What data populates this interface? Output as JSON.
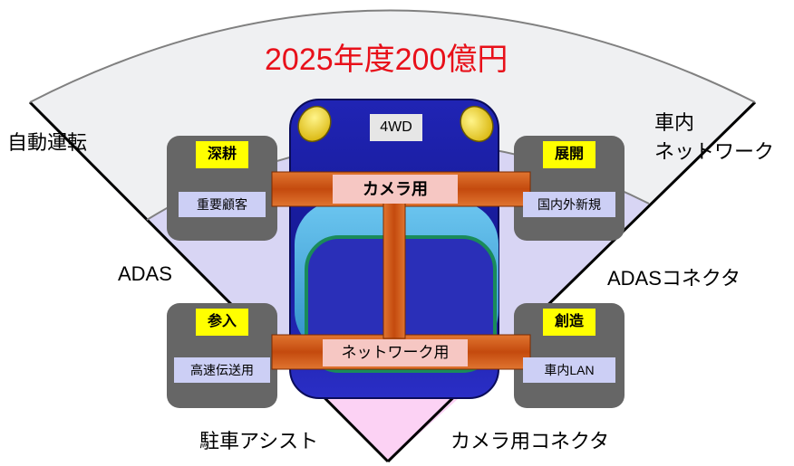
{
  "title": "2025年度200億円",
  "outer_labels": {
    "jidou_unten": "自動運転",
    "shanai_line1": "車内",
    "shanai_line2": "ネットワーク",
    "adas": "ADAS",
    "adas_connector": "ADASコネクタ",
    "parking": "駐車アシスト",
    "camera_connector": "カメラ用コネクタ"
  },
  "car": {
    "drive": "4WD",
    "camera_label": "カメラ用",
    "network_label": "ネットワーク用"
  },
  "boxes": {
    "top_left": {
      "head": "深耕",
      "sub": "重要顧客"
    },
    "top_right": {
      "head": "展開",
      "sub": "国内外新規"
    },
    "bottom_left": {
      "head": "参入",
      "sub": "高速伝送用"
    },
    "bottom_right": {
      "head": "創造",
      "sub": "車内LAN"
    }
  },
  "colors": {
    "title": "#e8101a",
    "field_outer": "#eff0f2",
    "field_inner": "#d8d5f4",
    "field_bottom": "#fcd2f4",
    "car_body": "#1b1fa6",
    "window": "#57b7e8",
    "bar": "#d75a17",
    "box": "#666666",
    "box_head": "#ffff00",
    "box_sub": "#cccff5",
    "center_label": "#f6c7c3"
  }
}
